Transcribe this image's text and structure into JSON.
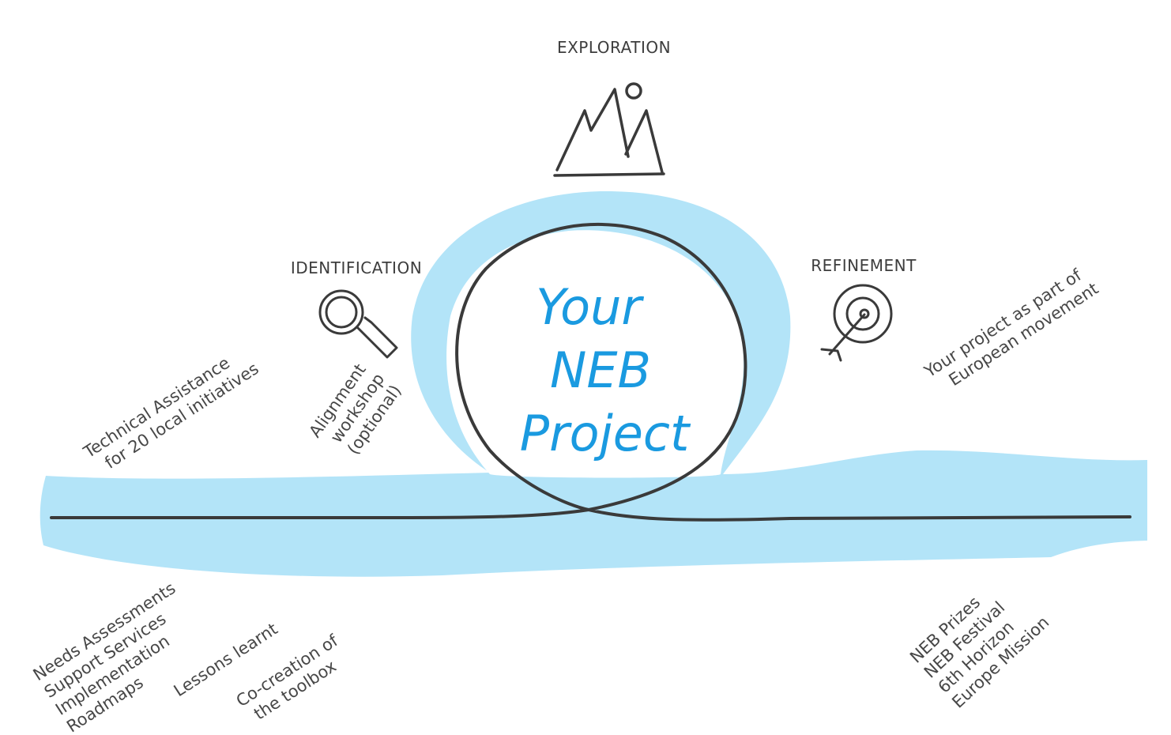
{
  "colors": {
    "band": "#b3e4f8",
    "ink": "#3a3a3a",
    "title": "#1a9ae0",
    "background": "#ffffff"
  },
  "phases": {
    "exploration": "EXPLORATION",
    "identification": "IDENTIFICATION",
    "refinement": "REFINEMENT"
  },
  "icons": {
    "exploration": "mountains-icon",
    "identification": "magnifier-icon",
    "refinement": "target-arrow-icon"
  },
  "title": {
    "line1": "Your",
    "line2": "NEB",
    "line3": "Project"
  },
  "notes": {
    "technical_assistance": [
      "Technical Assistance",
      "for 20 local initiatives"
    ],
    "alignment_workshop": [
      "Alignment",
      "workshop",
      "(optional)"
    ],
    "european_movement": [
      "Your project as part of",
      "European movement"
    ],
    "needs_list": [
      "Needs Assessments",
      "Support Services",
      "Implementation",
      "Roadmaps"
    ],
    "lessons_learnt": [
      "Lessons learnt"
    ],
    "co_creation": [
      "Co-creation of",
      "the toolbox"
    ],
    "neb_list": [
      "NEB Prizes",
      "NEB Festival",
      "6th Horizon",
      "Europe Mission"
    ]
  }
}
